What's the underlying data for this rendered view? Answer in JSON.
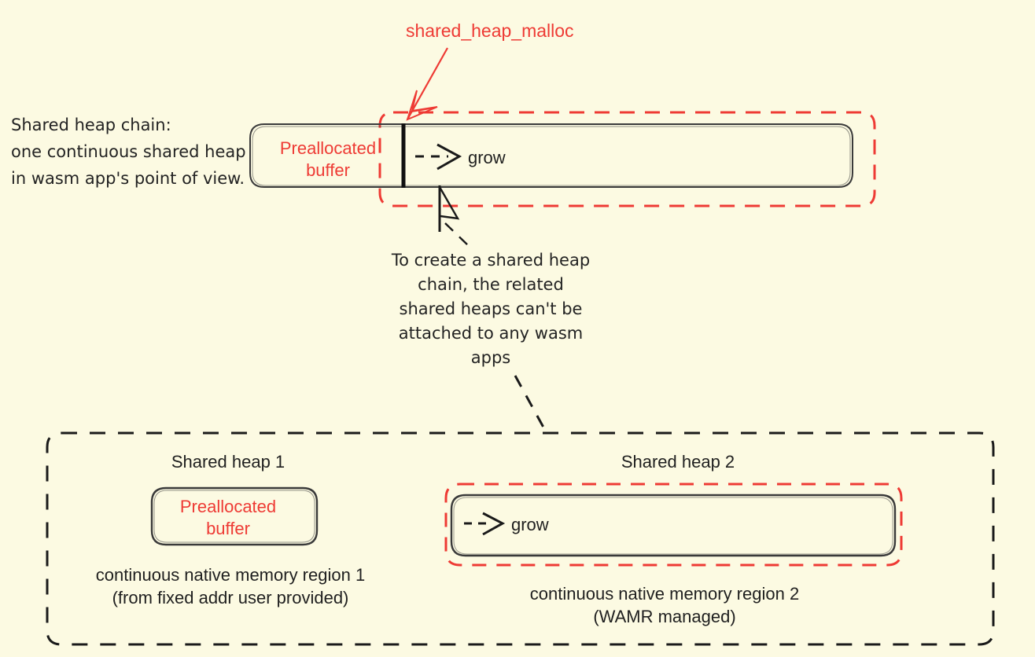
{
  "figure": {
    "title": "WAMR shared heap chain diagram",
    "background_color": "#fcfae2",
    "accent_red": "#ee3a34",
    "stroke_black": "#2b2b2b"
  },
  "top_section": {
    "caption_lines": [
      "Shared heap chain:",
      "one continuous shared heap",
      "in wasm app's point of view."
    ],
    "malloc_label": "shared_heap_malloc",
    "bar": {
      "prealloc_label_lines": [
        "Preallocated",
        "buffer"
      ],
      "grow_label": "grow"
    }
  },
  "note": {
    "lines": [
      "To create a shared heap",
      "chain, the related",
      "shared heaps can't be",
      "attached to any wasm",
      "apps"
    ]
  },
  "bottom_section": {
    "heap1": {
      "title": "Shared heap 1",
      "box_label_lines": [
        "Preallocated",
        "buffer"
      ],
      "caption_lines": [
        "continuous native memory region 1",
        "(from fixed addr user provided)"
      ]
    },
    "heap2": {
      "title": "Shared heap 2",
      "grow_label": "grow",
      "caption_lines": [
        "continuous native memory region 2",
        "(WAMR managed)"
      ]
    }
  }
}
